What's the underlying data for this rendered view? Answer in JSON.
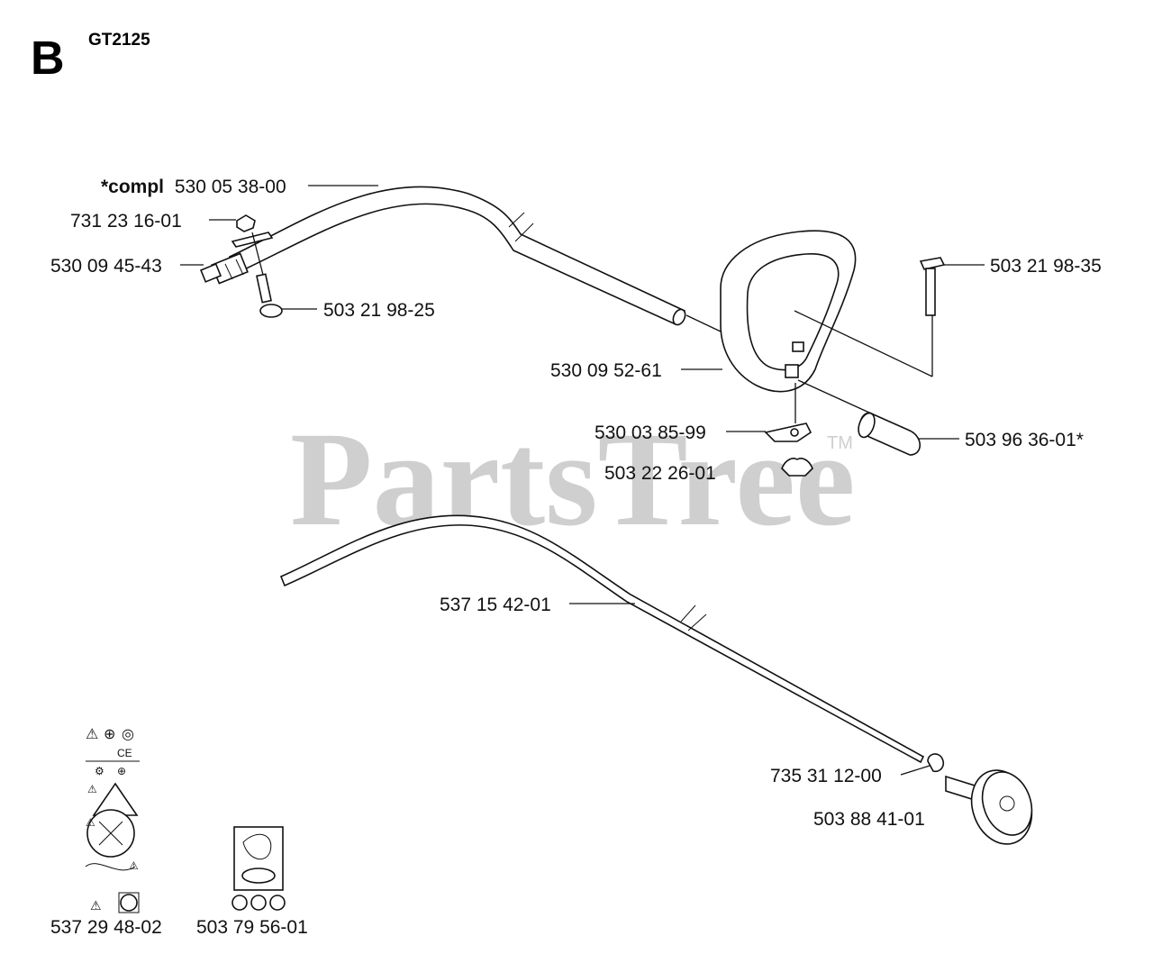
{
  "header": {
    "section_letter": "B",
    "model": "GT2125"
  },
  "watermark": {
    "text": "PartsTree",
    "trademark": "TM"
  },
  "parts": [
    {
      "id": "tube-compl",
      "prefix": "*compl",
      "number": "530 05 38-00"
    },
    {
      "id": "nut-top",
      "number": "731 23 16-01"
    },
    {
      "id": "coupling",
      "number": "530 09 45-43"
    },
    {
      "id": "screw-left",
      "number": "503 21 98-25"
    },
    {
      "id": "screw-right",
      "number": "503 21 98-35"
    },
    {
      "id": "handle",
      "number": "530 09 52-61"
    },
    {
      "id": "clamp",
      "number": "530 03 85-99"
    },
    {
      "id": "wing-nut",
      "number": "503 22 26-01"
    },
    {
      "id": "sleeve",
      "number": "503 96 36-01*"
    },
    {
      "id": "drive-shaft",
      "number": "537 15 42-01"
    },
    {
      "id": "circlip",
      "number": "735 31 12-00"
    },
    {
      "id": "drum",
      "number": "503 88 41-01"
    },
    {
      "id": "decal-set-1",
      "number": "537 29 48-02"
    },
    {
      "id": "decal-set-2",
      "number": "503 79 56-01"
    }
  ]
}
